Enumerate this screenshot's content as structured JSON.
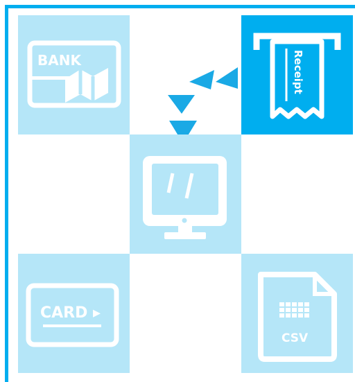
{
  "bank": {
    "label": "BANK",
    "icon": "bank-transfer-icon"
  },
  "receipt": {
    "label": "Receipt",
    "icon": "receipt-printer-icon"
  },
  "monitor": {
    "icon": "desktop-monitor-icon"
  },
  "card": {
    "label": "CARD ▸",
    "icon": "credit-card-icon"
  },
  "csv": {
    "label": "CSV",
    "icon": "csv-file-icon"
  },
  "colors": {
    "accent": "#00aeef",
    "light_tile": "#b5e6f8",
    "white": "#ffffff"
  }
}
